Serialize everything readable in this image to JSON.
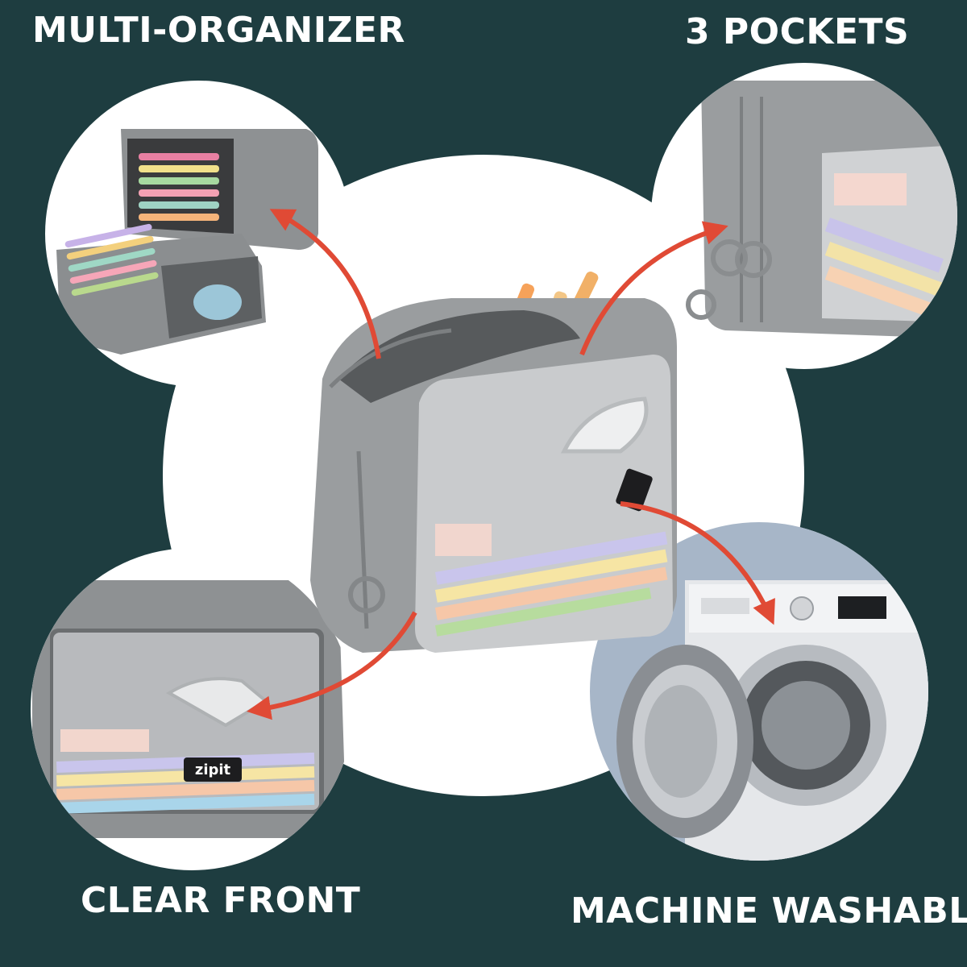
{
  "captions": {
    "multi_organizer": "MULTI-ORGANIZER",
    "three_pockets": "3 POCKETS",
    "clear_front": "CLEAR FRONT",
    "machine_washable": "MACHINE WASHABLE"
  },
  "brand": {
    "logo_text": "zipit"
  },
  "colors": {
    "background": "#1e3d40",
    "circle": "#ffffff",
    "arrow": "#e04a35",
    "case": "#9a9d9f"
  },
  "icons": [
    "pencil-case-image",
    "washing-machine-image",
    "arrow-icon"
  ]
}
